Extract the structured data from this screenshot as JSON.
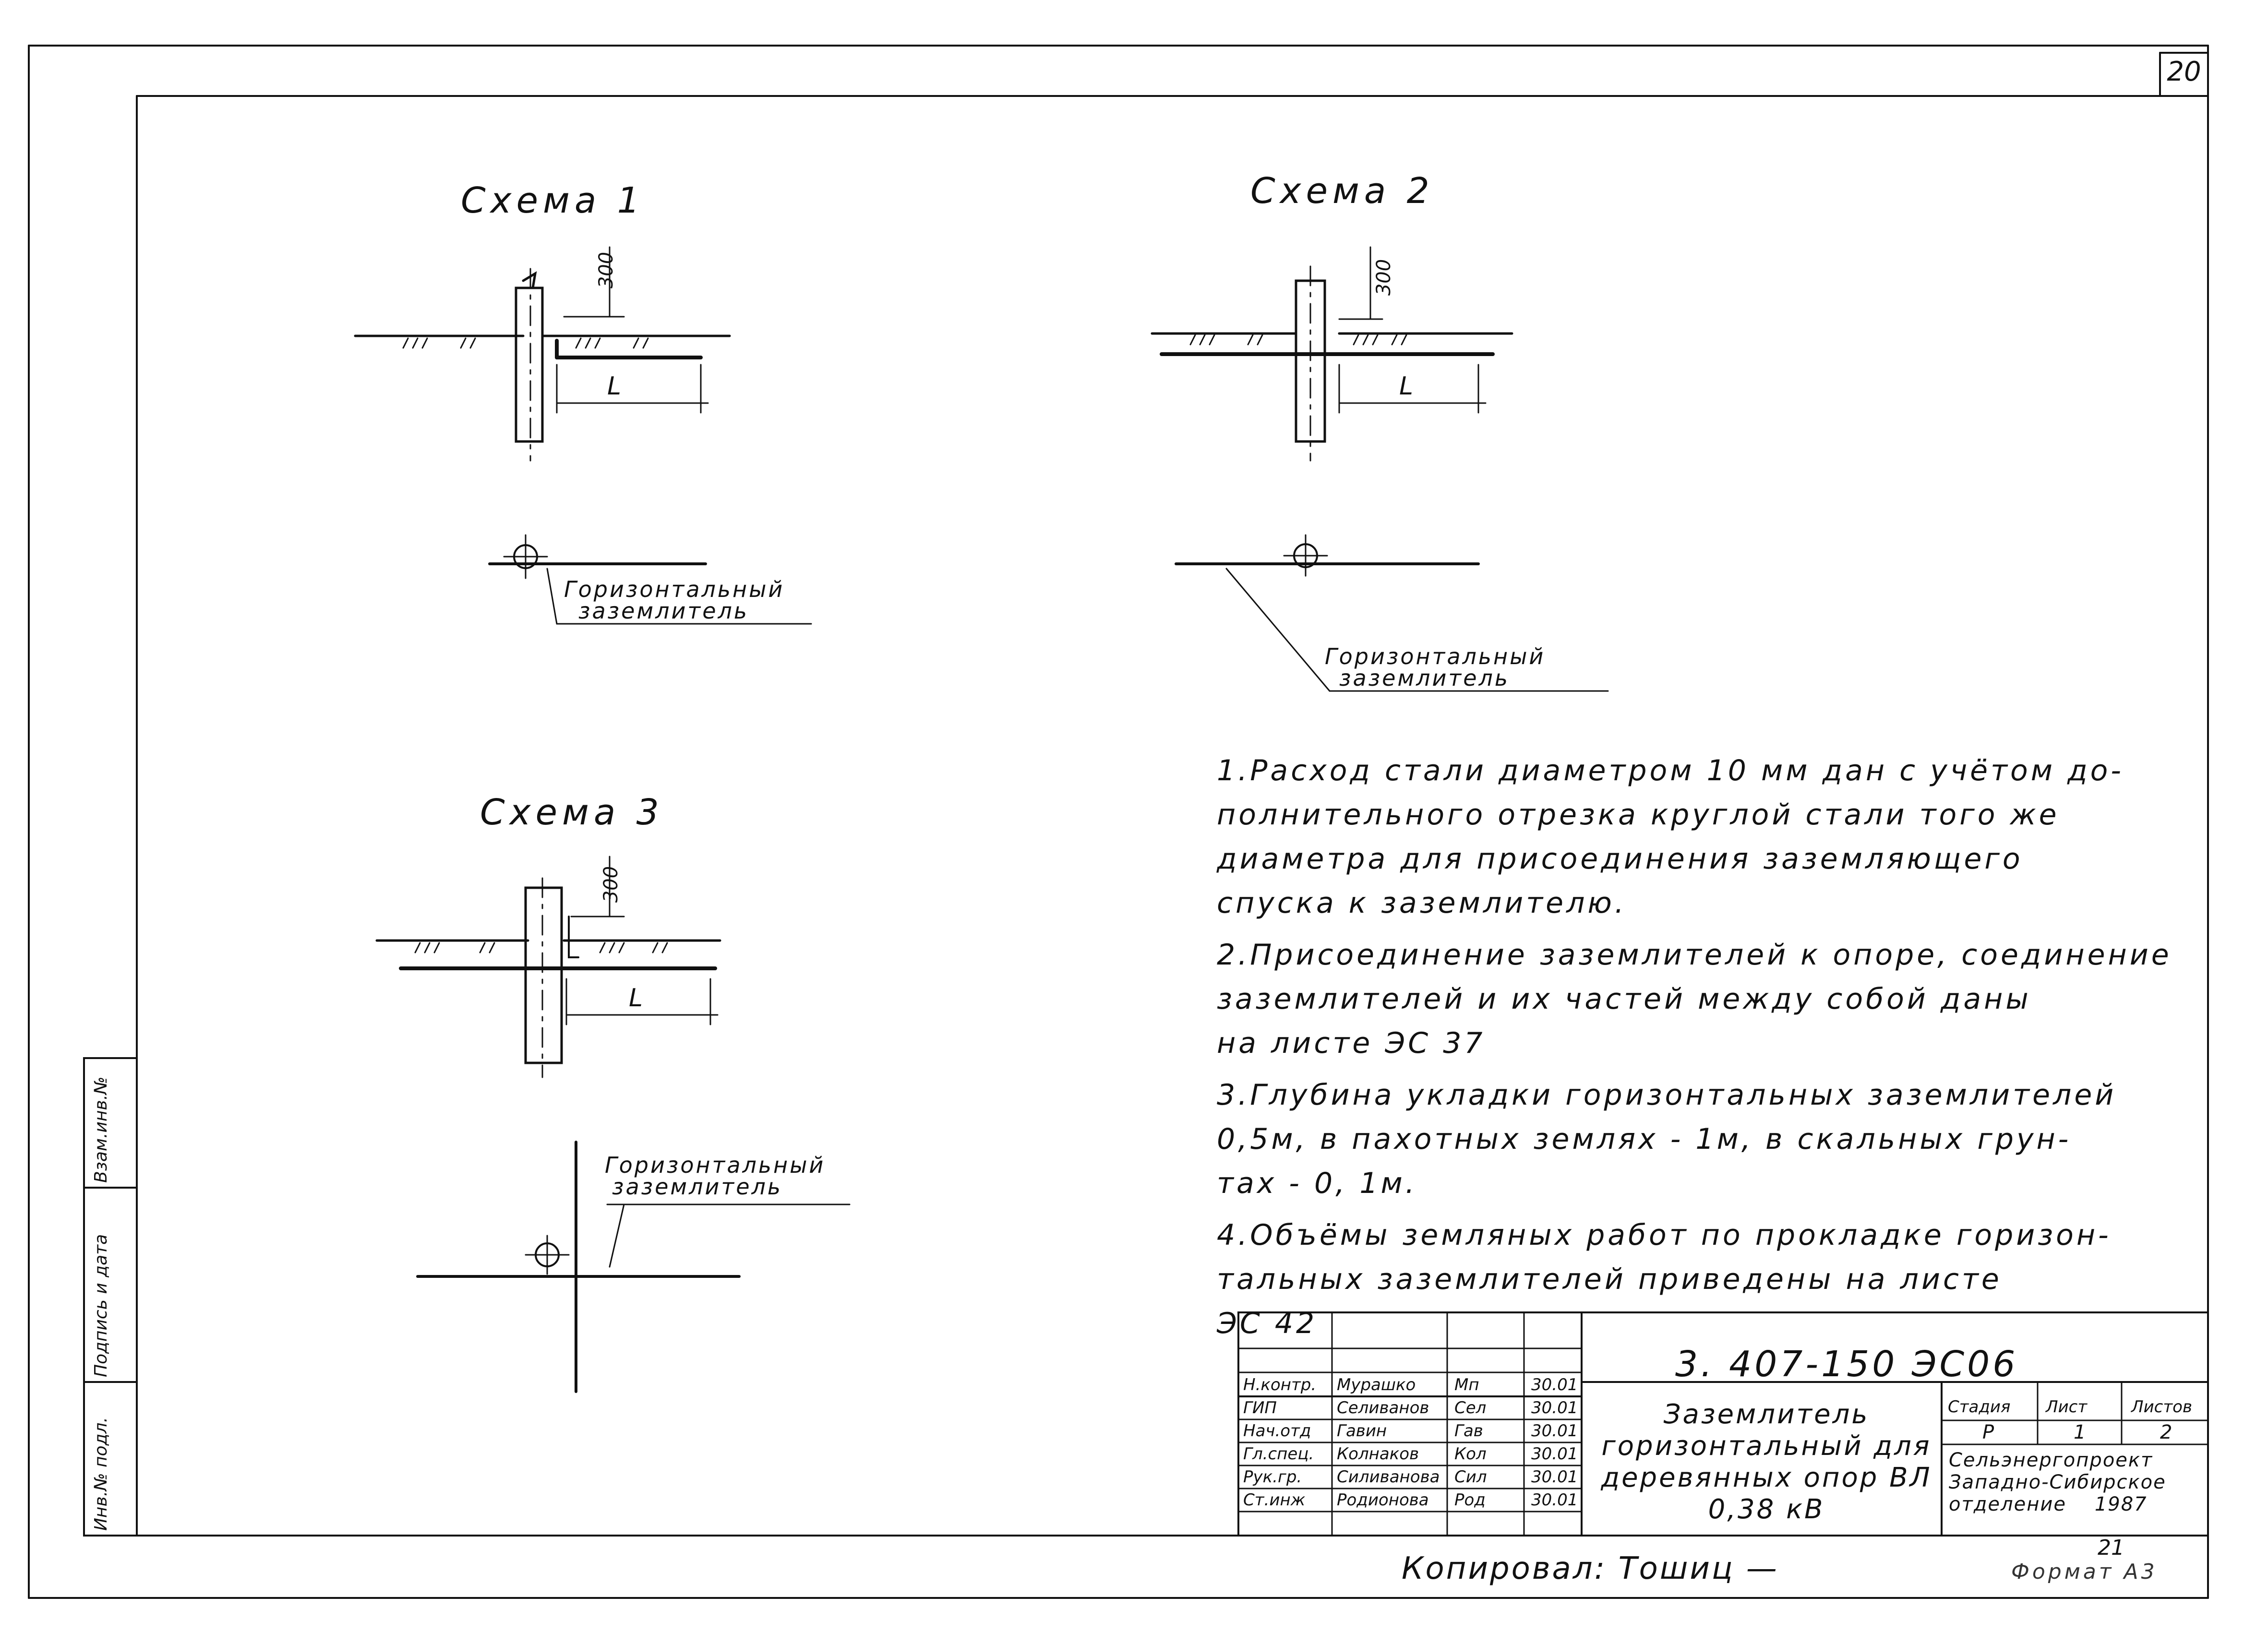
{
  "sheet_number": "20",
  "schemes": [
    {
      "title": "Схема 1",
      "depth_dim": "300",
      "length_dim": "L",
      "electrode_label": [
        "Горизонтальный",
        "заземлитель"
      ]
    },
    {
      "title": "Схема 2",
      "depth_dim": "300",
      "length_dim": "L",
      "electrode_label": [
        "Горизонтальный",
        "заземлитель"
      ]
    },
    {
      "title": "Схема 3",
      "depth_dim": "300",
      "length_dim": "L",
      "electrode_label": [
        "Горизонтальный",
        "заземлитель"
      ]
    }
  ],
  "ground_hatch": "///",
  "notes": [
    "1.Расход стали диаметром 10 мм дан с учётом до-\nполнительного отрезка круглой стали того же\nдиаметра для присоединения заземляющего\nспуска к заземлителю.",
    "2.Присоединение заземлителей к опоре, соединение\nзаземлителей и их частей между собой даны\nна листе ЭС 37",
    "3.Глубина укладки горизонтальных заземлителей\n0,5м, в пахотных землях - 1м, в скальных грун-\nтах - 0, 1м.",
    "4.Объёмы земляных работ по прокладке горизон-\nтальных заземлителей приведены на листе\nЭС 42"
  ],
  "title_block": {
    "document_code": "3. 407-150 ЭС06",
    "title": "Заземлитель горизонтальный для деревянных опор ВЛ 0,38 кВ",
    "stage_header": "Стадия",
    "sheet_header": "Лист",
    "sheets_header": "Листов",
    "stage": "Р",
    "sheet": "1",
    "sheets": "2",
    "organization": [
      "Сельэнергопроект",
      "Западно-Сибирское",
      "отделение    1987"
    ],
    "signatures": [
      {
        "role": "Н.контр.",
        "name": "Мурашко",
        "sign": "Мп",
        "date": "30.01"
      },
      {
        "role": "ГИП",
        "name": "Селиванов",
        "sign": "Сел",
        "date": "30.01"
      },
      {
        "role": "Нач.отд",
        "name": "Гавин",
        "sign": "Гав",
        "date": "30.01"
      },
      {
        "role": "Гл.спец.",
        "name": "Колнаков",
        "sign": "Кол",
        "date": "30.01"
      },
      {
        "role": "Рук.гр.",
        "name": "Силиванова",
        "sign": "Сил",
        "date": "30.01"
      },
      {
        "role": "Ст.инж",
        "name": "Родионова",
        "sign": "Род",
        "date": "30.01"
      }
    ]
  },
  "side_stamp": [
    "Инв.№ подл.",
    "Подпись и дата",
    "Взам.инв.№"
  ],
  "footer": {
    "copied_by": "Копировал: Тошиц —",
    "format": "Формат А3",
    "sheet_mark": "21"
  }
}
